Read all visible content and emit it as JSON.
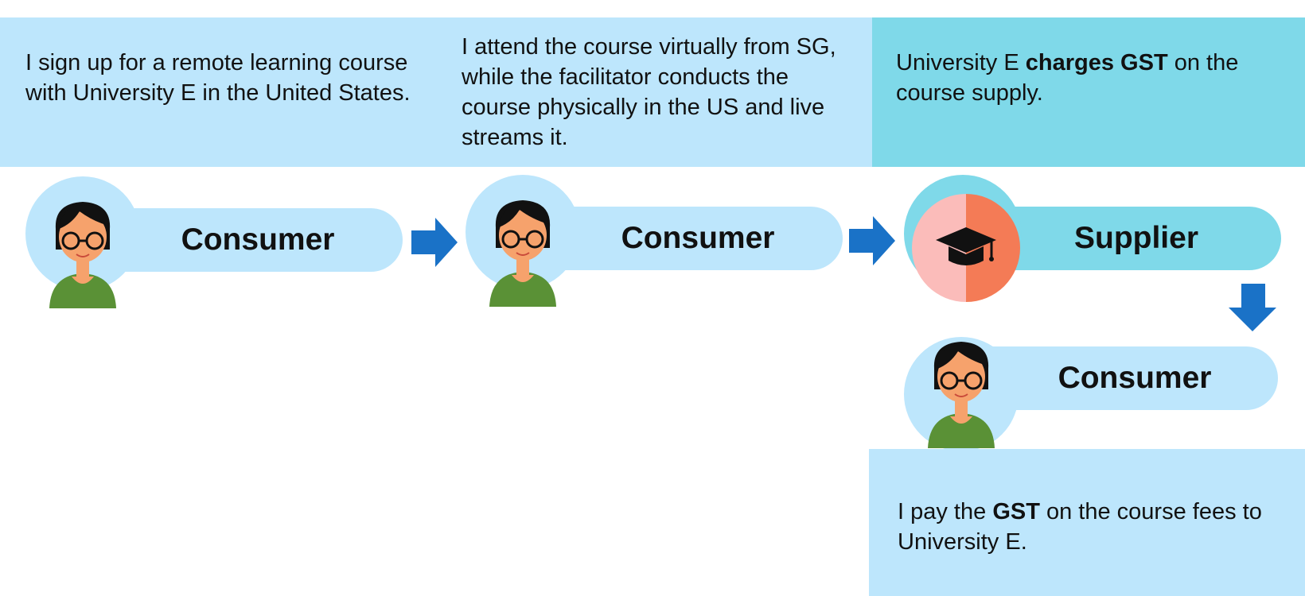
{
  "steps": {
    "step1_text": "I sign up for a remote learning course with University E in the United States.",
    "step2_text": "I attend the course virtually from SG, while the facilitator conducts the course physically in the US and live streams it.",
    "step3_pre": "University E ",
    "step3_bold": "charges GST",
    "step3_post": " on the course supply.",
    "step4_pre": "I pay the ",
    "step4_bold": "GST",
    "step4_post": " on the course fees to University E."
  },
  "actors": {
    "consumer1": "Consumer",
    "consumer2": "Consumer",
    "supplier": "Supplier",
    "consumer3": "Consumer"
  },
  "icons": {
    "person": "person-icon",
    "supplier": "graduation-cap-icon",
    "arrow": "arrow-icon"
  },
  "colors": {
    "light_blue": "#bde6fc",
    "teal": "#7fd9e9",
    "arrow_blue": "#1a72c7",
    "skin": "#f6a26c",
    "shirt": "#5a9136",
    "hair": "#111111",
    "pink": "#fbbcba",
    "orange": "#f47b56"
  }
}
